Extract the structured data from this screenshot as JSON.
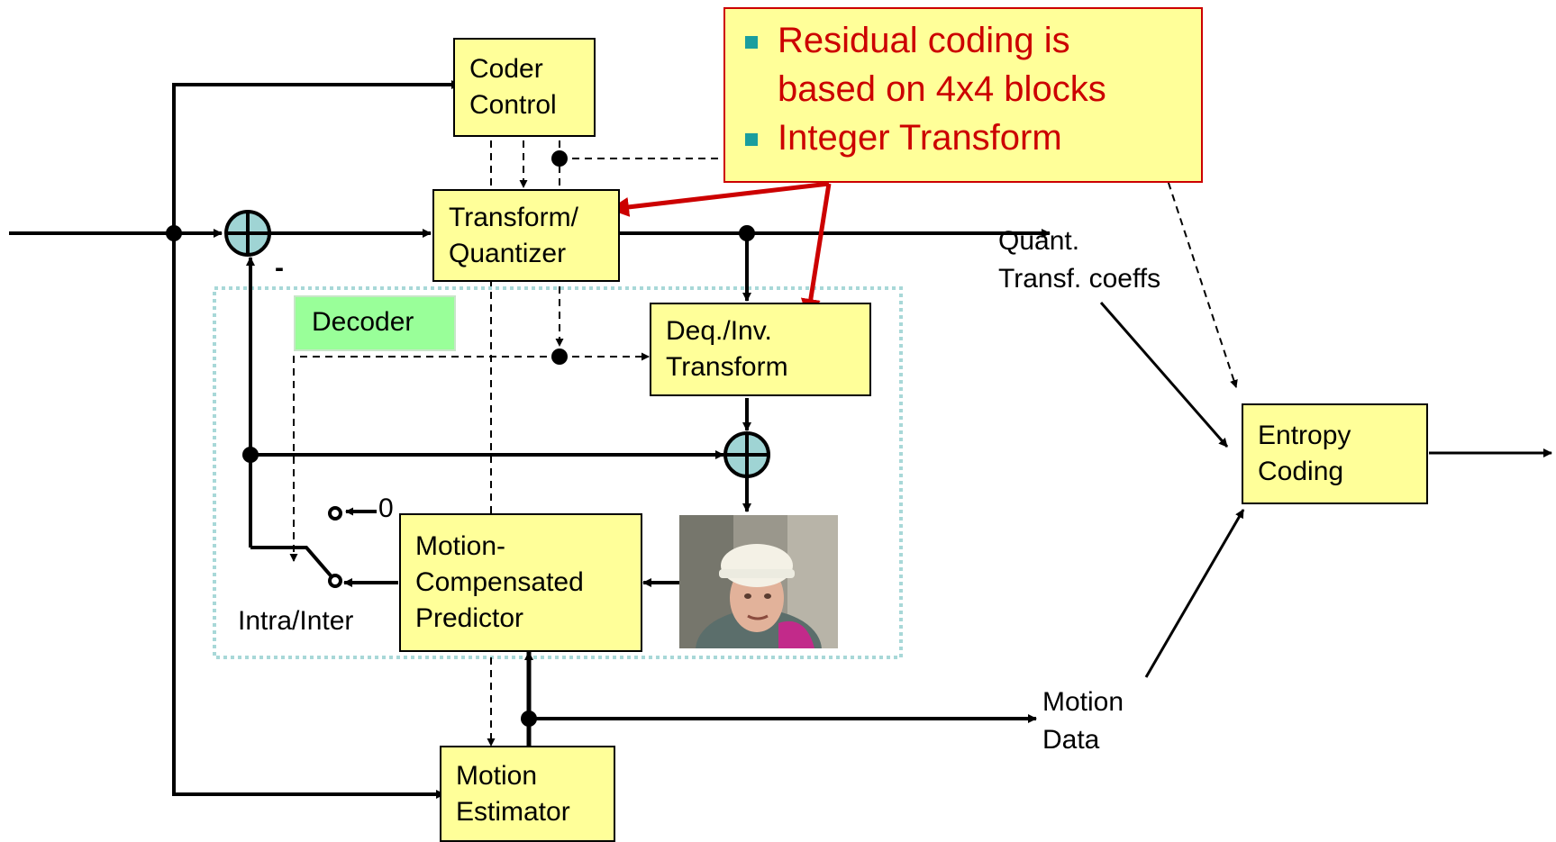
{
  "blocks": {
    "coder_control": [
      "Coder",
      "Control"
    ],
    "transform_quantizer": [
      "Transform/",
      "Quantizer"
    ],
    "deq_inv_transform": [
      "Deq./Inv.",
      "Transform"
    ],
    "motion_compensated_predictor": [
      "Motion-",
      "Compensated",
      "Predictor"
    ],
    "motion_estimator": [
      "Motion",
      "Estimator"
    ],
    "entropy_coding": [
      "Entropy",
      "Coding"
    ]
  },
  "labels": {
    "decoder": "Decoder",
    "minus": "-",
    "zero": "0",
    "intra_inter": "Intra/Inter",
    "quant_line1": "Quant.",
    "quant_line2": "Transf. coeffs",
    "motion_data_line1": "Motion",
    "motion_data_line2": "Data"
  },
  "callout": {
    "item1_line1": "Residual coding is",
    "item1_line2": "based on 4x4 blocks",
    "item2": "Integer Transform"
  },
  "colors": {
    "block_fill": "#ffff99",
    "callout_text": "#cc0000",
    "callout_arrow": "#cc0000",
    "decoder_fill": "#99ff99",
    "decoder_border": "#a8d8d8",
    "summer_fill": "#9fd4d4",
    "bullet": "#1a9e9e"
  }
}
